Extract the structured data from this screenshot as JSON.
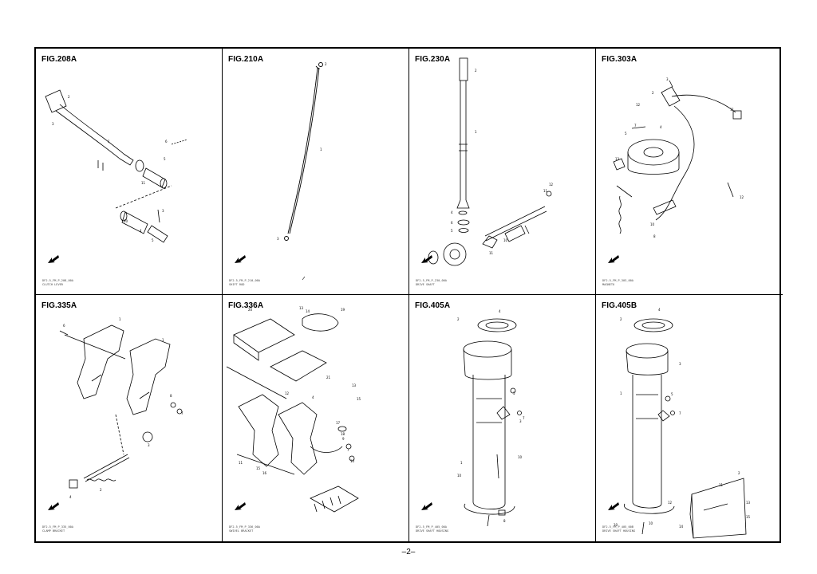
{
  "page_number": "–2–",
  "panels": [
    {
      "title": "FIG.208A",
      "caption_code": "DF2.5_FM_P_208_00A",
      "caption_name": "CLUTCH LEVER"
    },
    {
      "title": "FIG.210A",
      "caption_code": "DF2.5_FM_P_210_00A",
      "caption_name": "SHIFT ROD"
    },
    {
      "title": "FIG.230A",
      "caption_code": "DF2.5_FM_P_230_00A",
      "caption_name": "DRIVE SHAFT"
    },
    {
      "title": "FIG.303A",
      "caption_code": "DF2.5_FM_P_303_00A",
      "caption_name": "MAGNETO"
    },
    {
      "title": "FIG.335A",
      "caption_code": "DF2.5_FM_P_335_00A",
      "caption_name": "CLAMP BRACKET"
    },
    {
      "title": "FIG.336A",
      "caption_code": "DF2.5_FM_P_336_00A",
      "caption_name": "SWIVEL BRACKET"
    },
    {
      "title": "FIG.405A",
      "caption_code": "DF2.5_FM_P_405_00A",
      "caption_name": "DRIVE SHAFT HOUSING"
    },
    {
      "title": "FIG.405B",
      "caption_code": "DF2.5_FM_P_405_00B",
      "caption_name": "DRIVE SHAFT HOUSING"
    }
  ]
}
